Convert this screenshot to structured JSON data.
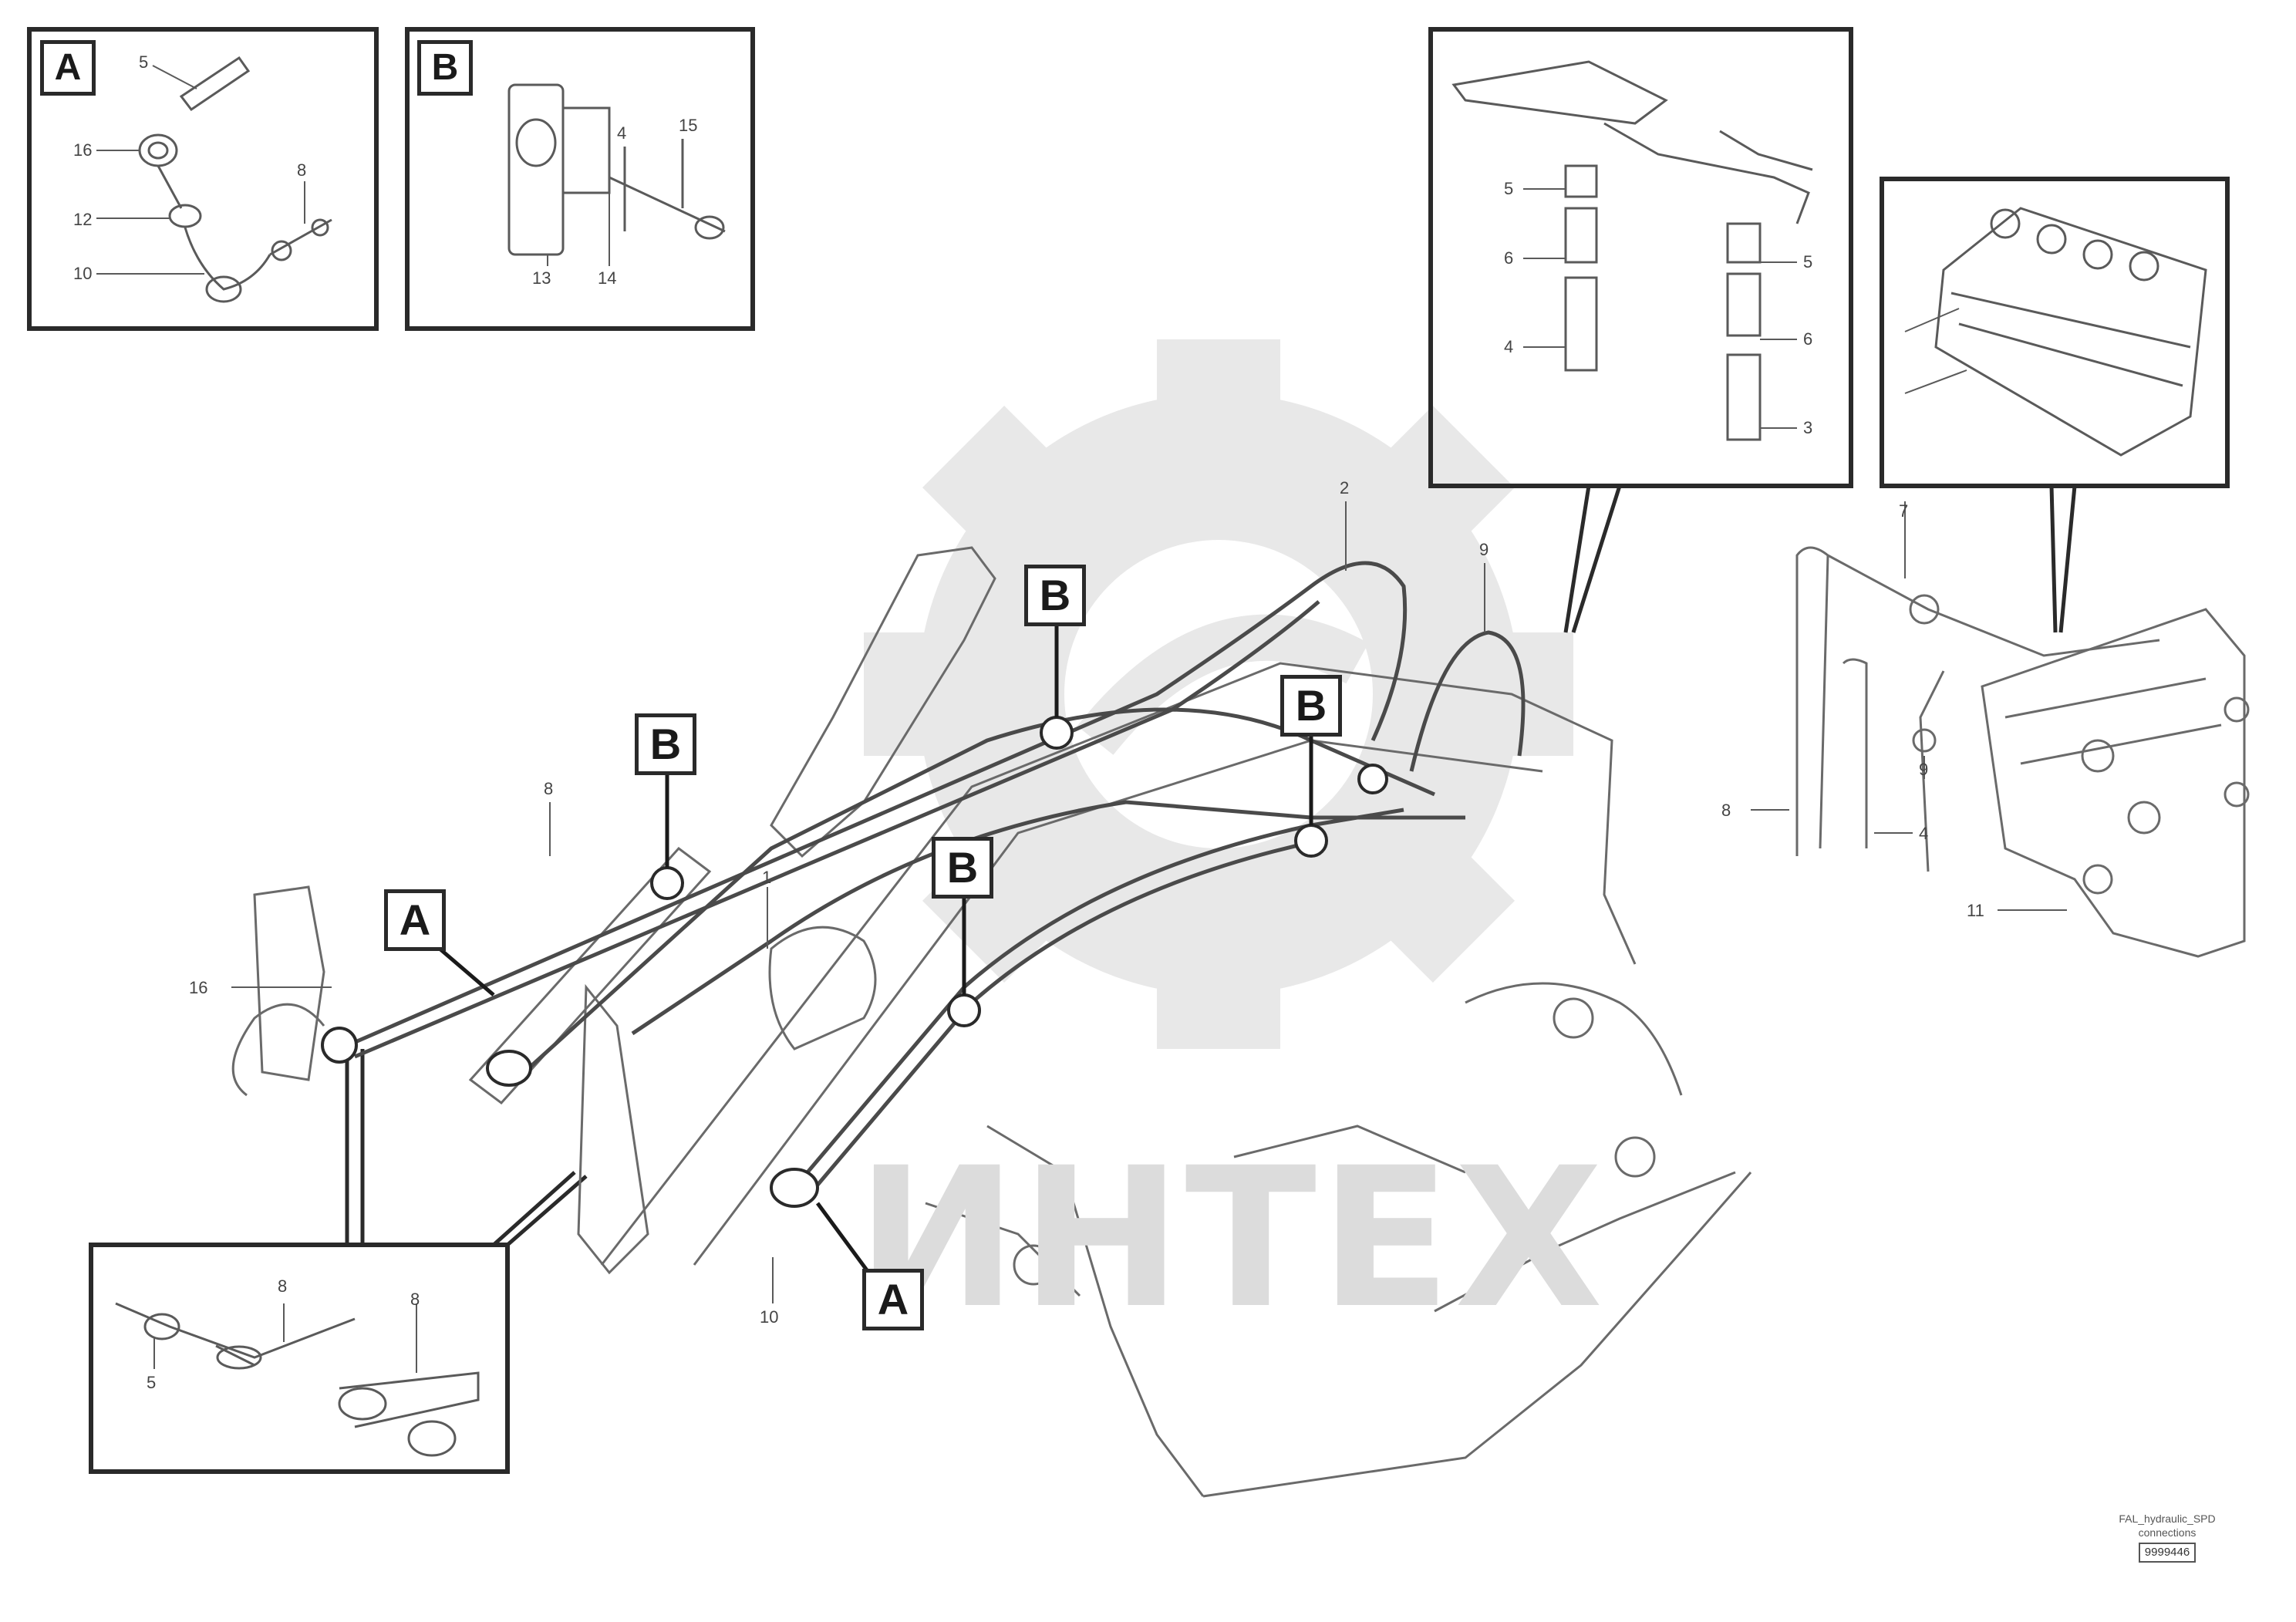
{
  "diagram": {
    "callout_labels": {
      "a": "A",
      "b": "B"
    },
    "part_numbers": {
      "n1": "1",
      "n2": "2",
      "n3": "3",
      "n4": "4",
      "n5": "5",
      "n6": "6",
      "n7": "7",
      "n8": "8",
      "n9": "9",
      "n10": "10",
      "n11": "11",
      "n12": "12",
      "n13": "13",
      "n14": "14",
      "n15": "15",
      "n16": "16"
    },
    "watermark": "ИНТЕХ",
    "reference": {
      "line1": "FAL_hydraulic_SPD",
      "line2": "connections",
      "drawing_id": "9999446"
    }
  },
  "colors": {
    "line": "#5a5a5a",
    "frame": "#2a2a2a",
    "watermark": "#dcdcdc"
  }
}
